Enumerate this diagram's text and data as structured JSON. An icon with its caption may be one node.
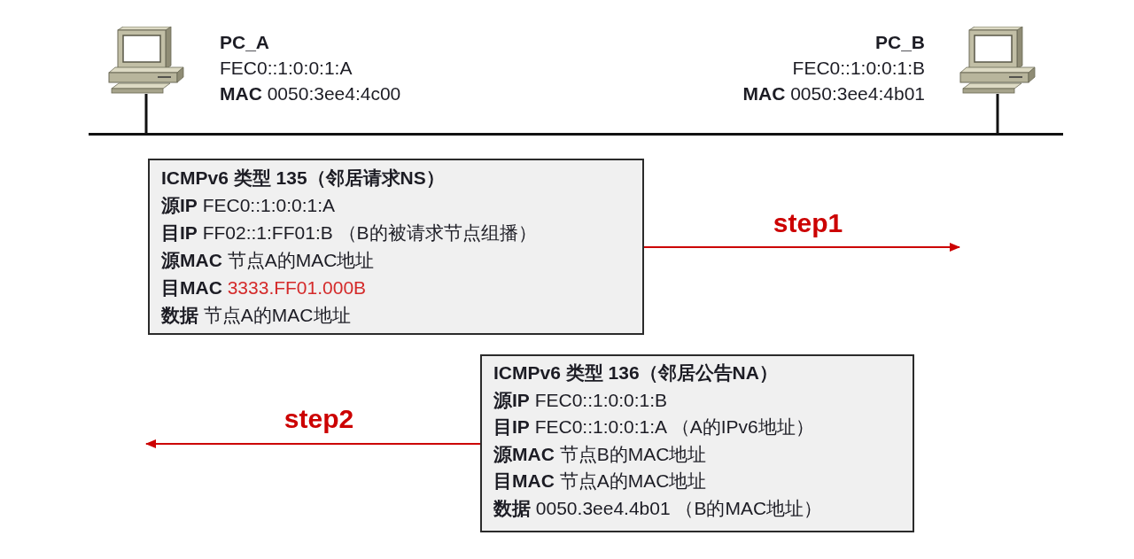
{
  "diagram": {
    "nodes": [
      {
        "text": [],
        "shape": "picture",
        "beside": [
          "PC_A",
          "FEC0::1:0:0:1:A",
          "**MAC** 0050:3ee4:4c00"
        ]
      },
      {
        "text": [],
        "shape": "picture",
        "beside": [
          "PC_B",
          "FEC0::1:0:0:1:B",
          "**MAC** 0050:3ee4:4b01"
        ]
      },
      {
        "text": [],
        "shape": "bar"
      },
      {
        "text": [
          "ICMPv6 类型 135（邻居请求NS）",
          "**源IP** FEC0::1:0:0:1:A",
          "**目IP** FF02::1:FF01:B （B的被请求节点组播）",
          "**源MAC** 节点A的MAC地址",
          "**目MAC** 3333.FF01.000B",
          "**数据** 节点A的MAC地址"
        ]
      },
      {
        "text": [
          "ICMPv6 类型 136（邻居公告NA）",
          "**源IP** FEC0::1:0:0:1:B",
          "**目IP** FEC0::1:0:0:1:A （A的IPv6地址）",
          "**源MAC** 节点B的MAC地址",
          "**目MAC** 节点A的MAC地址",
          "**数据** 0050.3ee4.4b01 （B的MAC地址）"
        ]
      }
    ],
    "edges": [
      {
        "from": 0,
        "to": 2,
        "arrow": "none"
      },
      {
        "from": 1,
        "to": 2,
        "arrow": "none"
      },
      {
        "from": 3,
        "to": null,
        "arrow": "to",
        "label": "step1",
        "color": "#cc0000"
      },
      {
        "from": 4,
        "to": null,
        "arrow": "to",
        "label": "step2",
        "color": "#cc0000"
      }
    ]
  }
}
